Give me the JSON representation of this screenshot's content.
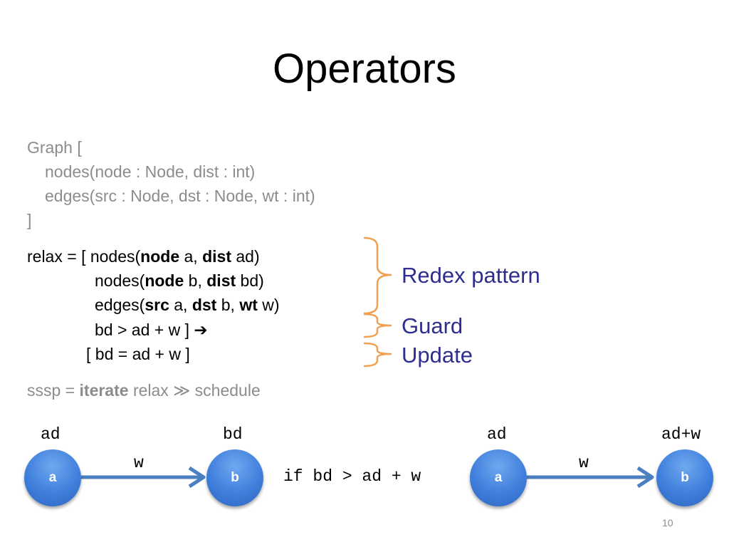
{
  "title": "Operators",
  "graph_decl": {
    "line1": "Graph [",
    "line2": "nodes(node : Node, dist : int)",
    "line3": "edges(src : Node, dst : Node, wt : int)",
    "line4": "]"
  },
  "relax": {
    "l1_pre": "relax = [ nodes(",
    "l1_kw1": "node",
    "l1_mid": " a, ",
    "l1_kw2": "dist",
    "l1_post": " ad)",
    "l2_pre": "nodes(",
    "l2_kw1": "node",
    "l2_mid": " b, ",
    "l2_kw2": "dist",
    "l2_post": " bd)",
    "l3_pre": "edges(",
    "l3_kw1": "src",
    "l3_mid1": " a, ",
    "l3_kw2": "dst",
    "l3_mid2": " b, ",
    "l3_kw3": "wt",
    "l3_post": " w)",
    "l4": "bd > ad + w ] ➔",
    "l5": "[ bd = ad + w ]"
  },
  "sssp": {
    "pre": "sssp = ",
    "kw": "iterate",
    "post": " relax ≫ schedule"
  },
  "annotations": {
    "redex": "Redex pattern",
    "guard": "Guard",
    "update": "Update"
  },
  "diagram": {
    "left": {
      "a_label": "ad",
      "b_label": "bd",
      "edge_label": "w",
      "node_a": "a",
      "node_b": "b"
    },
    "condition": "if bd > ad + w",
    "right": {
      "a_label": "ad",
      "b_label": "ad+w",
      "edge_label": "w",
      "node_a": "a",
      "node_b": "b"
    }
  },
  "page_number": "10",
  "colors": {
    "annotation_text": "#2e2e8f",
    "brace": "#f0a050",
    "node_fill": "#3f7fdc",
    "arrow": "#4a7fc0",
    "gray_text": "#8c8c8c"
  }
}
